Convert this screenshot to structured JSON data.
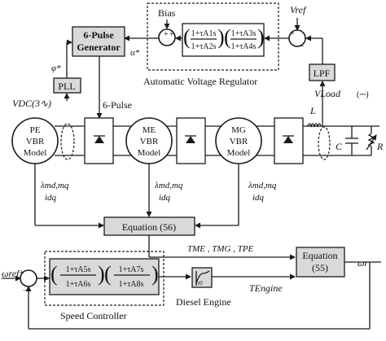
{
  "blocks": {
    "pulse_generator": [
      "6-Pulse",
      "Generator"
    ],
    "pll": "PLL",
    "lpf": "LPF",
    "equation56": "Equation (56)",
    "equation55": [
      "Equation",
      "(55)"
    ],
    "pe_model": [
      "PE",
      "VBR",
      "Model"
    ],
    "me_model": [
      "ME",
      "VBR",
      "Model"
    ],
    "mg_model": [
      "MG",
      "VBR",
      "Model"
    ],
    "avr_factor1": [
      "1+τA1s",
      "1+τA2s"
    ],
    "avr_factor2": [
      "1+τA3s",
      "1+τA4s"
    ],
    "sc_factor1": [
      "1+τA5s",
      "1+τA6s"
    ],
    "sc_factor2": [
      "1+τA7s",
      "1+τA8s"
    ]
  },
  "labels": {
    "bias": "Bias",
    "v_ref": "Vref",
    "alpha_star": "α*",
    "phi_star": "φ*",
    "avr": "Automatic Voltage Regulator",
    "v_dc": "VDC(3∿)",
    "six_pulse": "6-Pulse",
    "v_load": "VLoad",
    "v_load_sym": "(⎓)",
    "l": "L",
    "c": "C",
    "r": "R",
    "lambda_1": "λmd,mq",
    "idq_1": "idq",
    "lambda_2": "λmd,mq",
    "idq_2": "idq",
    "lambda_3": "λmd,mq",
    "idq_3": "idq",
    "torques": "TME , TMG , TPE",
    "omega_ref": "ωref",
    "omega_r": "ωr",
    "speed_controller": "Speed Controller",
    "diesel_engine": "Diesel Engine",
    "t_engine": "TEngine",
    "t0": "t0",
    "plus": "+",
    "minus": "−"
  }
}
